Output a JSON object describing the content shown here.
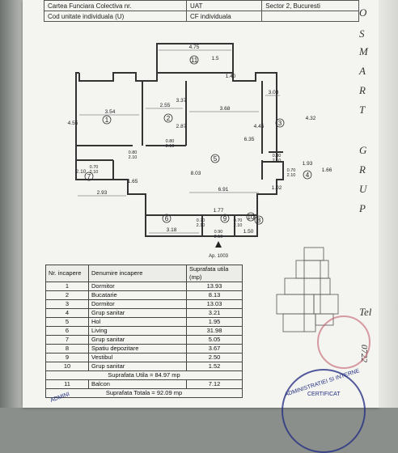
{
  "header": {
    "cartea_label": "Cartea Funciara Colectiva nr.",
    "uat_label": "UAT",
    "uat_value": "Sector 2, Bucuresti",
    "cod_label": "Cod unitate individuala (U)",
    "cf_label": "CF individuala"
  },
  "plan": {
    "rooms": {
      "r1": "1",
      "r2": "2",
      "r3": "3",
      "r4": "4",
      "r5": "5",
      "r6": "6",
      "r7": "7",
      "r8": "8",
      "r9": "9",
      "r10": "10",
      "r11": "11"
    },
    "dims": {
      "balcony_width": "4.75",
      "balcony_depth": "1.5",
      "d354": "3.54",
      "d255": "2.55",
      "d337": "3.37",
      "d368": "3.68",
      "d308": "3.08",
      "d455": "4.55",
      "d287": "2.87",
      "d445": "4.45",
      "d432": "4.32",
      "d635": "6.35",
      "d803": "8.03",
      "d691": "6.91",
      "d293": "2.93",
      "d210a": "2.10",
      "d165": "1.65",
      "d193": "1.93",
      "d166": "1.66",
      "d102": "1.02",
      "d177": "1.77",
      "d318": "3.18",
      "d150": "1.50",
      "d140": "1.40"
    },
    "doors": {
      "door1": [
        "0.80",
        "2.10"
      ],
      "door2": [
        "0.80",
        "2.10"
      ],
      "door3": [
        "0.80",
        "2.10"
      ],
      "door4": [
        "0.70",
        "2.10"
      ],
      "door5": [
        "0.70",
        "2.10"
      ],
      "door6": [
        "0.70",
        "2.10"
      ],
      "door7": [
        "0.70",
        "2.10"
      ],
      "door8": [
        "0.90",
        "2.10"
      ]
    },
    "apartment_label": "Ap. 1003"
  },
  "table": {
    "headers": [
      "Nr. incapere",
      "Denumire incapere",
      "Suprafata utila (mp)"
    ],
    "rows": [
      [
        "1",
        "Dormitor",
        "13.93"
      ],
      [
        "2",
        "Bucatarie",
        "8.13"
      ],
      [
        "3",
        "Dormitor",
        "13.03"
      ],
      [
        "4",
        "Grup sanitar",
        "3.21"
      ],
      [
        "5",
        "Hol",
        "1.95"
      ],
      [
        "6",
        "Living",
        "31.98"
      ],
      [
        "7",
        "Grup sanitar",
        "5.05"
      ],
      [
        "8",
        "Spatiu depozitare",
        "3.67"
      ],
      [
        "9",
        "Vestibul",
        "2.50"
      ],
      [
        "10",
        "Grup sanitar",
        "1.52"
      ]
    ],
    "suprafata_utila": "Suprafata Utila = 84.97 mp",
    "balcon_row": [
      "11",
      "Balcon",
      "7.12"
    ],
    "suprafata_totala": "Suprafata Totala = 92.09 mp"
  },
  "side_text": [
    "O",
    "S",
    "M",
    "A",
    "R",
    "T",
    "G",
    "R",
    "U",
    "P",
    "Tel",
    "0722"
  ],
  "stamps": {
    "blue_text": "ADMINISTRATIEI SI INTERNE",
    "blue_sub": "CERTIFICAT",
    "left_fragment": "ADMINI"
  }
}
